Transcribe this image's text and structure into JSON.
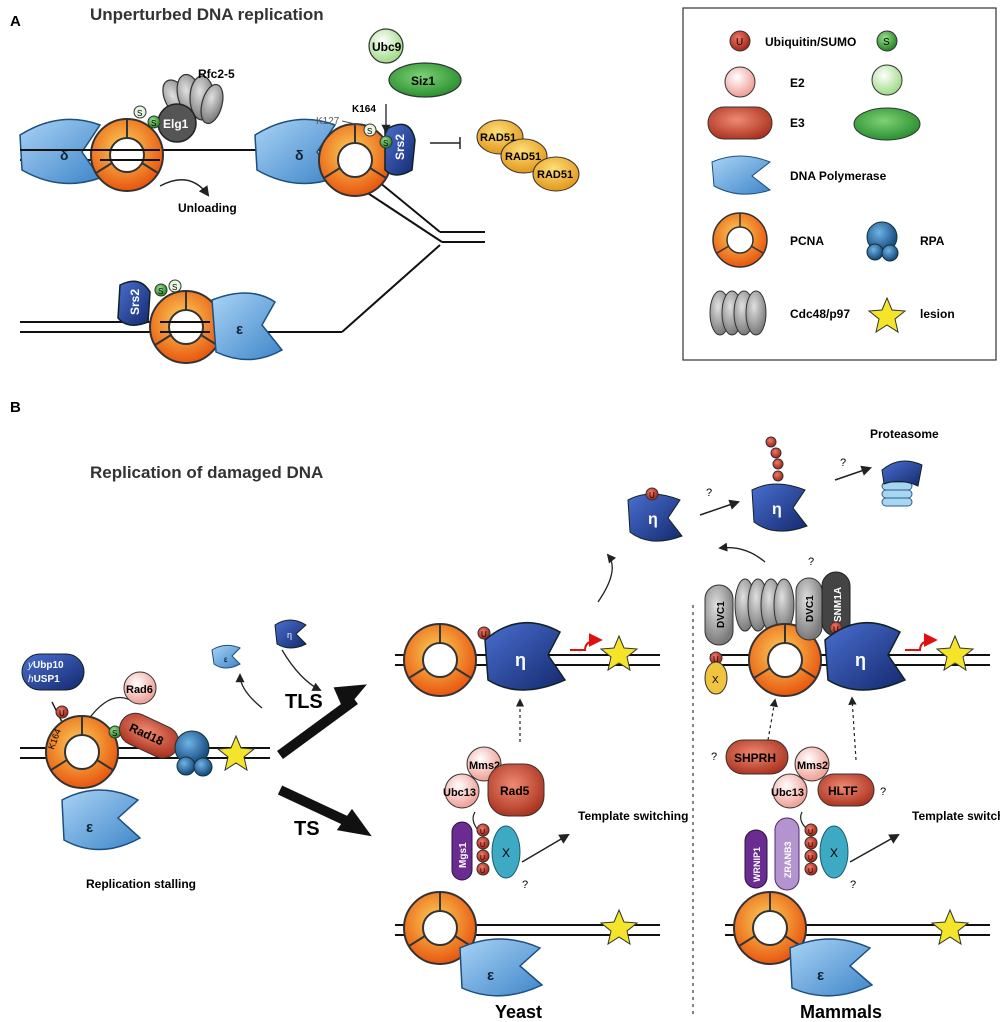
{
  "panel_a": {
    "letter": "A",
    "title": "Unperturbed DNA replication",
    "rfc": "Rfc2-5",
    "elg1": "Elg1",
    "ubc9": "Ubc9",
    "siz1": "Siz1",
    "k164": "K164",
    "k127": "K127",
    "srs2": "Srs2",
    "rad51": "RAD51",
    "unloading": "Unloading",
    "delta": "δ",
    "epsilon": "ε",
    "s": "S"
  },
  "legend": {
    "ubiquitin_sumo": "Ubiquitin/SUMO",
    "u": "U",
    "s": "S",
    "e2": "E2",
    "e3": "E3",
    "dna_polymerase": "DNA Polymerase",
    "pcna": "PCNA",
    "rpa": "RPA",
    "cdc48": "Cdc48/p97",
    "lesion": "lesion"
  },
  "panel_b": {
    "letter": "B",
    "title": "Replication of damaged DNA",
    "proteasome": "Proteasome",
    "question": "?",
    "eta": "η",
    "epsilon": "ε",
    "ubp10_y": "y",
    "ubp10": "Ubp10",
    "usp1_h": "h",
    "usp1": "USP1",
    "rad6": "Rad6",
    "rad18": "Rad18",
    "k164": "K164",
    "u": "U",
    "s": "S",
    "x": "X",
    "tls": "TLS",
    "ts": "TS",
    "replication_stalling": "Replication stalling",
    "mms2": "Mms2",
    "ubc13": "Ubc13",
    "rad5": "Rad5",
    "mgs1": "Mgs1",
    "template_switching": "Template switching",
    "dvc1": "DVC1",
    "snm1a": "SNM1A",
    "shprh": "SHPRH",
    "hltf": "HLTF",
    "wrnip1": "WRNIP1",
    "zranb3": "ZRANB3",
    "yeast": "Yeast",
    "mammals": "Mammals"
  },
  "colors": {
    "polymerase": "#5fa2dc",
    "eta": "#1e3f9c",
    "pcna_outer": "#f59a1e",
    "ubiquitin": "#c0392b",
    "sumo": "#3aa635",
    "e3_red": "#c9432f",
    "e3_green": "#2f9a36",
    "lesion": "#f4e52a",
    "rpa": "#1f5f95",
    "cdc48": "#9a9a9a"
  }
}
